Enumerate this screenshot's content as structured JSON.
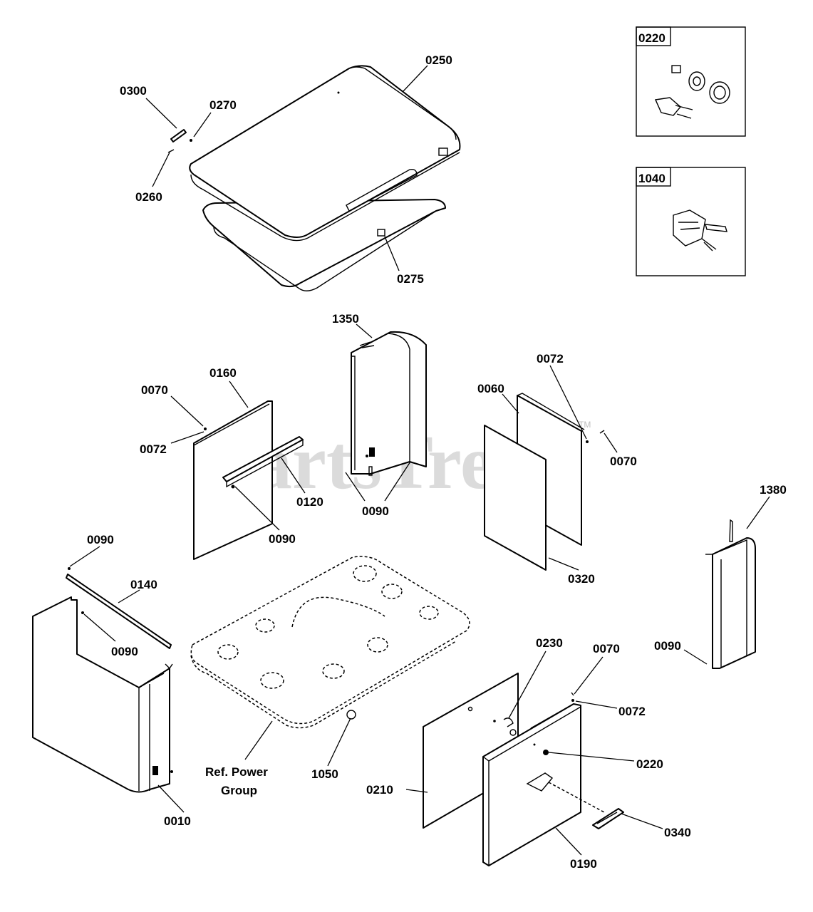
{
  "watermark": {
    "text": "PartsTree",
    "trademark": "TM"
  },
  "inset_boxes": [
    {
      "id": "0220"
    },
    {
      "id": "1040"
    }
  ],
  "callouts": {
    "c0250": "0250",
    "c0300": "0300",
    "c0270": "0270",
    "c0260": "0260",
    "c0275": "0275",
    "c1350": "1350",
    "c0160": "0160",
    "c0070a": "0070",
    "c0072a": "0072",
    "c0120": "0120",
    "c0090a": "0090",
    "c0090b": "0090",
    "c0060": "0060",
    "c0072b": "0072",
    "c0070b": "0070",
    "c0320": "0320",
    "c1380": "1380",
    "c0090c": "0090",
    "c0090d": "0090",
    "c0140": "0140",
    "c0090e": "0090",
    "c0010": "0010",
    "c_ref1": "Ref. Power",
    "c_ref2": "Group",
    "c1050": "1050",
    "c0230": "0230",
    "c0070c": "0070",
    "c0072c": "0072",
    "c0220": "0220",
    "c0210": "0210",
    "c0340": "0340",
    "c0190": "0190"
  }
}
